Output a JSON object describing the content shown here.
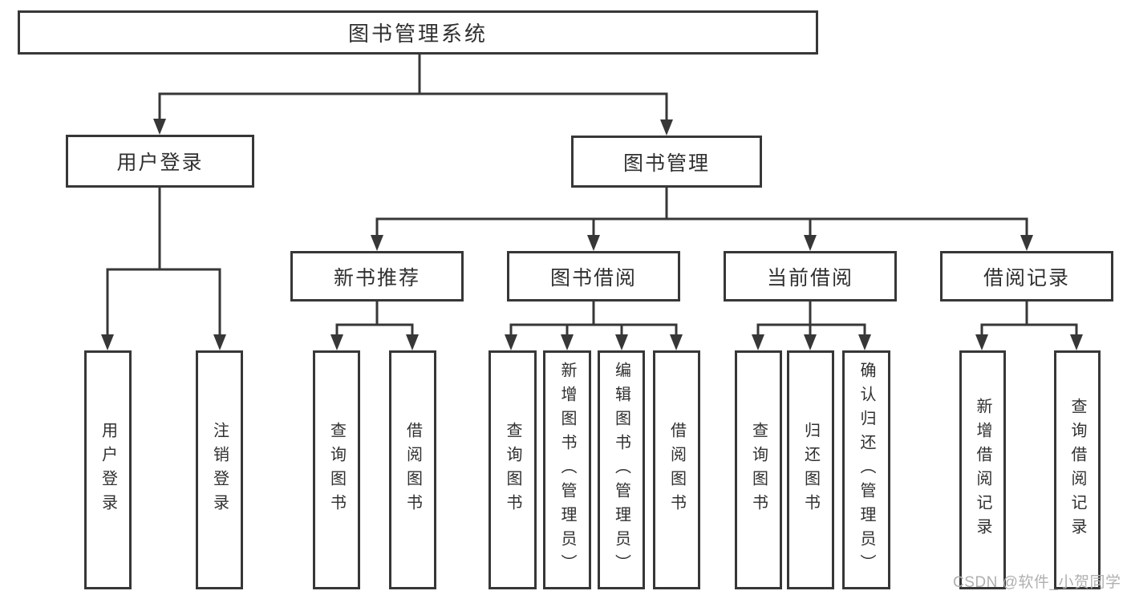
{
  "diagram": {
    "root": {
      "label": "图书管理系统",
      "children": [
        {
          "label": "用户登录",
          "children": [
            {
              "label": "用户登录"
            },
            {
              "label": "注销登录"
            }
          ]
        },
        {
          "label": "图书管理",
          "children": [
            {
              "label": "新书推荐",
              "children": [
                {
                  "label": "查询图书"
                },
                {
                  "label": "借阅图书"
                }
              ]
            },
            {
              "label": "图书借阅",
              "children": [
                {
                  "label": "查询图书"
                },
                {
                  "label": "新增图书（管理员）"
                },
                {
                  "label": "编辑图书（管理员）"
                },
                {
                  "label": "借阅图书"
                }
              ]
            },
            {
              "label": "当前借阅",
              "children": [
                {
                  "label": "查询图书"
                },
                {
                  "label": "归还图书"
                },
                {
                  "label": "确认归还（管理员）"
                }
              ]
            },
            {
              "label": "借阅记录",
              "children": [
                {
                  "label": "新增借阅记录"
                },
                {
                  "label": "查询借阅记录"
                }
              ]
            }
          ]
        }
      ]
    }
  },
  "watermark": {
    "text": "CSDN @软件_小贺同学"
  },
  "colors": {
    "line": "#373737",
    "box_border": "#373737",
    "text": "#303030",
    "watermark": "#b0b0b0",
    "background": "#ffffff"
  }
}
